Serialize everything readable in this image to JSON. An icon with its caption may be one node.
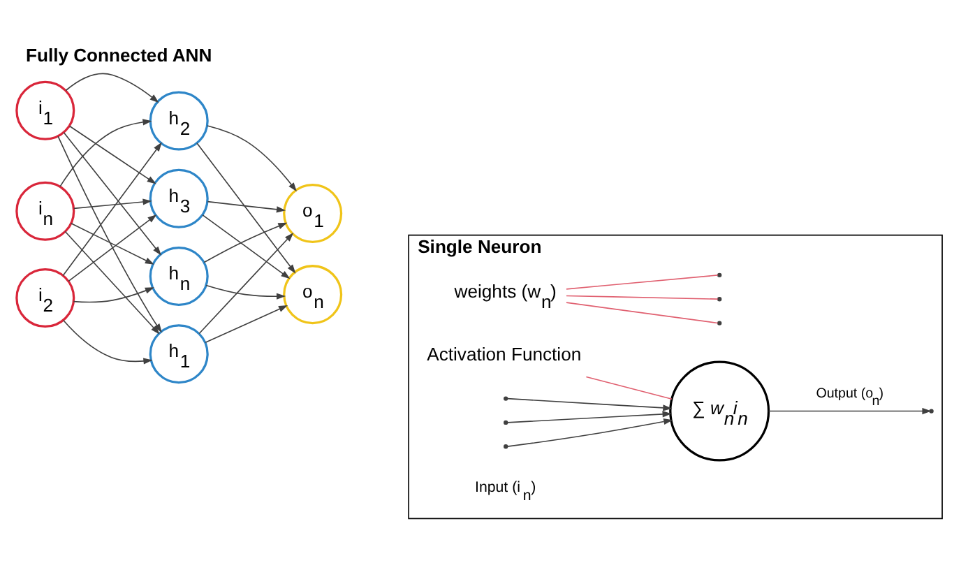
{
  "diagram": {
    "title": "Fully Connected ANN",
    "nodes": [
      {
        "text": [
          "i$_{1}$"
        ]
      },
      {
        "text": [
          "i$_{2}$"
        ]
      },
      {
        "text": [
          "i$_{n}$"
        ]
      },
      {
        "text": [
          "h$_{1}$"
        ]
      },
      {
        "text": [
          "h$_{2}$"
        ]
      },
      {
        "text": [
          "h$_{3}$"
        ]
      },
      {
        "text": [
          "h$_{n}$"
        ]
      },
      {
        "text": [
          "o$_{1}$"
        ]
      },
      {
        "text": [
          "o$_{n}$"
        ]
      },
      {
        "text": [
          "Single Neuron"
        ]
      },
      {
        "text": [
          "∑ *w$_{n}$i$_{n}$*"
        ],
        "in": 9
      },
      {
        "text": [
          "weights (w$_{n}$)"
        ],
        "in": 9
      },
      {
        "text": [
          "Activation Function"
        ],
        "in": 9
      }
    ],
    "edges": [
      {
        "from": 0,
        "to": 3,
        "arrow": "to"
      },
      {
        "from": 0,
        "to": 4,
        "arrow": "to"
      },
      {
        "from": 0,
        "to": 5,
        "arrow": "to"
      },
      {
        "from": 0,
        "to": 6,
        "arrow": "to"
      },
      {
        "from": 1,
        "to": 3,
        "arrow": "to"
      },
      {
        "from": 1,
        "to": 4,
        "arrow": "to"
      },
      {
        "from": 1,
        "to": 5,
        "arrow": "to"
      },
      {
        "from": 1,
        "to": 6,
        "arrow": "to"
      },
      {
        "from": 2,
        "to": 3,
        "arrow": "to"
      },
      {
        "from": 2,
        "to": 4,
        "arrow": "to"
      },
      {
        "from": 2,
        "to": 5,
        "arrow": "to"
      },
      {
        "from": 2,
        "to": 6,
        "arrow": "to"
      },
      {
        "from": 3,
        "to": 7,
        "arrow": "to"
      },
      {
        "from": 3,
        "to": 8,
        "arrow": "to"
      },
      {
        "from": 4,
        "to": 7,
        "arrow": "to"
      },
      {
        "from": 4,
        "to": 8,
        "arrow": "to"
      },
      {
        "from": 5,
        "to": 7,
        "arrow": "to"
      },
      {
        "from": 5,
        "to": 8,
        "arrow": "to"
      },
      {
        "from": 6,
        "to": 7,
        "arrow": "to"
      },
      {
        "from": 6,
        "to": 8,
        "arrow": "to"
      },
      {
        "from": null,
        "to": 10,
        "arrow": "to"
      },
      {
        "from": null,
        "to": 10,
        "arrow": "to"
      },
      {
        "from": null,
        "to": 10,
        "arrow": "to"
      },
      {
        "from": 10,
        "to": null,
        "arrow": "to",
        "label": "Output (o$_{n}$)"
      },
      {
        "from": 11,
        "to": null,
        "arrow": "none",
        "color": "#e06070"
      },
      {
        "from": 11,
        "to": null,
        "arrow": "none",
        "color": "#e06070"
      },
      {
        "from": 11,
        "to": null,
        "arrow": "none",
        "color": "#e06070"
      },
      {
        "from": 12,
        "to": 10,
        "arrow": "none",
        "color": "#e06070"
      }
    ],
    "labels": [
      "Input (i$_{n}$)"
    ]
  }
}
